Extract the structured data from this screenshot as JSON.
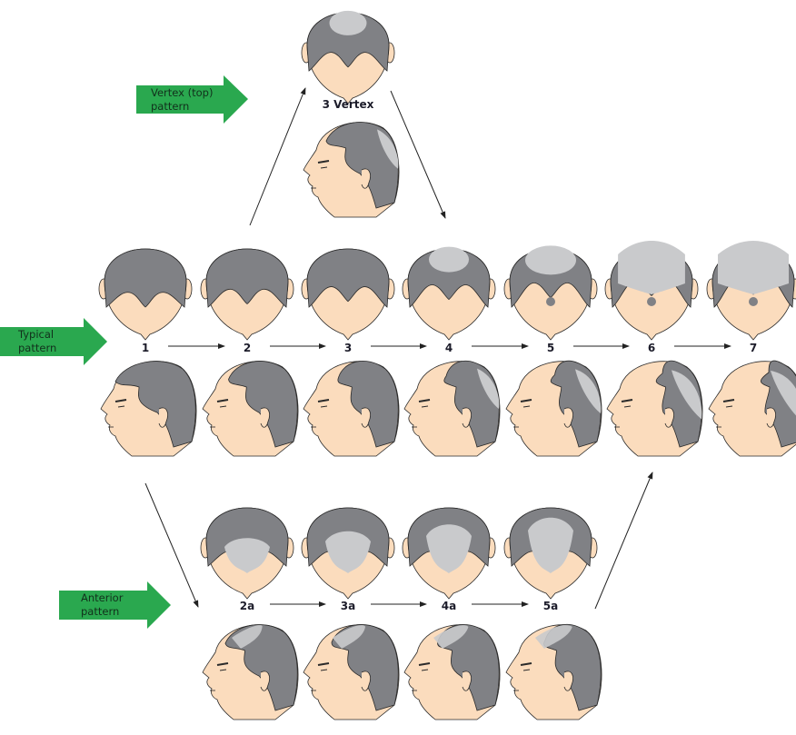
{
  "colors": {
    "skin": "#fbdcbd",
    "hair": "#808185",
    "bald_light": "#c9cacc",
    "outline": "#2a2a2a",
    "green": "#2aa84f"
  },
  "pattern_arrows": {
    "vertex": {
      "line1": "Vertex (top)",
      "line2": "pattern"
    },
    "typical": {
      "line1": "Typical",
      "line2": "pattern"
    },
    "anterior": {
      "line1": "Anterior",
      "line2": "pattern"
    }
  },
  "vertex_stage": {
    "label": "3 Vertex",
    "crown": 0.35,
    "front": 0.3
  },
  "typical_stages": [
    {
      "label": "1",
      "crown": 0,
      "front": 0
    },
    {
      "label": "2",
      "crown": 0,
      "front": 0.25
    },
    {
      "label": "3",
      "crown": 0,
      "front": 0.45
    },
    {
      "label": "4",
      "crown": 0.4,
      "front": 0.6
    },
    {
      "label": "5",
      "crown": 0.6,
      "front": 0.75
    },
    {
      "label": "6",
      "crown": 0.85,
      "front": 0.9
    },
    {
      "label": "7",
      "crown": 1,
      "front": 1
    }
  ],
  "anterior_stages": [
    {
      "label": "2a",
      "front": 0.3
    },
    {
      "label": "3a",
      "front": 0.5
    },
    {
      "label": "4a",
      "front": 0.7
    },
    {
      "label": "5a",
      "front": 0.9
    }
  ]
}
